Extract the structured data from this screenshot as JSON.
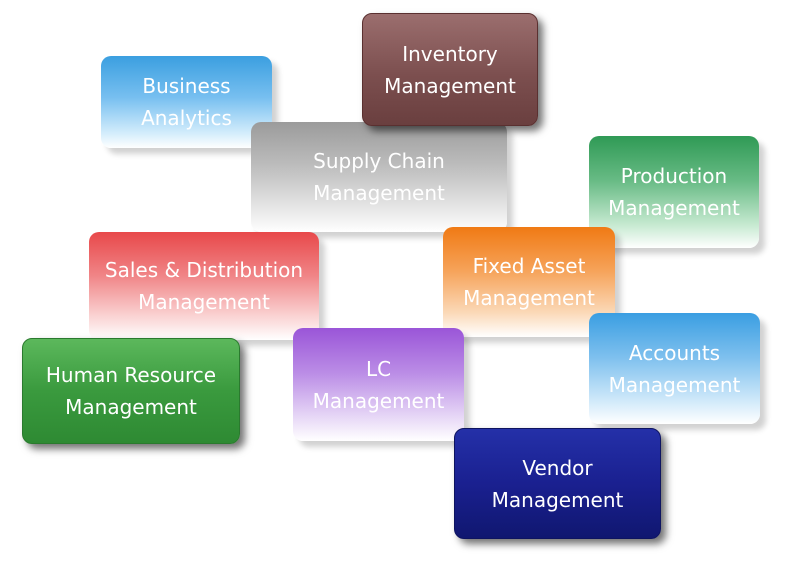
{
  "modules": {
    "inventory": {
      "line1": "Inventory",
      "line2": "Management"
    },
    "business": {
      "line1": "Business",
      "line2": "Analytics"
    },
    "supply": {
      "line1": "Supply Chain",
      "line2": "Management"
    },
    "production": {
      "line1": "Production",
      "line2": "Management"
    },
    "fixed_asset": {
      "line1": "Fixed Asset",
      "line2": "Management"
    },
    "sales": {
      "line1": "Sales & Distribution",
      "line2": "Management"
    },
    "hr": {
      "line1": "Human Resource",
      "line2": "Management"
    },
    "lc": {
      "line1": "LC",
      "line2": "Management"
    },
    "accounts": {
      "line1": "Accounts",
      "line2": "Management"
    },
    "vendor": {
      "line1": "Vendor",
      "line2": "Management"
    }
  },
  "colors": {
    "inventory": "#7c4f4f",
    "business": "#3b9fe0",
    "supply": "#9b9b9b",
    "production": "#2f9a55",
    "fixed_asset": "#f07a14",
    "sales": "#e8484a",
    "hr": "#3a9a3e",
    "lc": "#9a55d8",
    "accounts": "#3a9ee2",
    "vendor": "#1a2090"
  }
}
